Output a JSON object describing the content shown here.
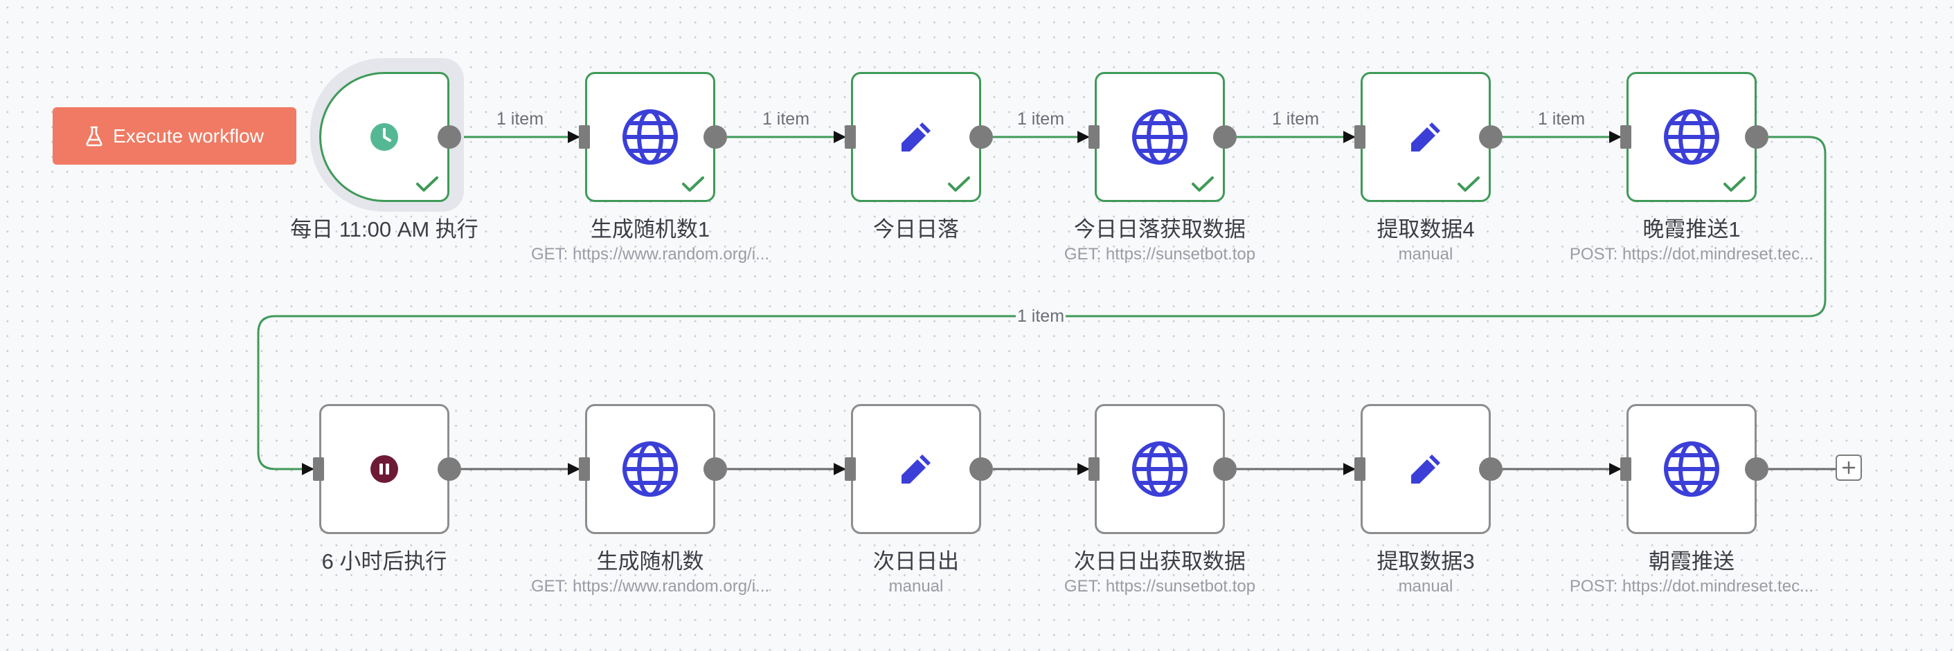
{
  "execute_button": {
    "label": "Execute workflow",
    "icon": "flask-icon",
    "color": "#f07a63"
  },
  "colors": {
    "success": "#3f9a58",
    "inactive": "#8d8d8d",
    "http_icon": "#3b3fd8",
    "trigger_icon": "#55b894",
    "wait_icon": "#6e1a37"
  },
  "nodes": [
    {
      "id": "n1",
      "title": "每日 11:00 AM 执行",
      "subtitle": "",
      "icon": "clock-icon",
      "kind": "trigger",
      "status": "success"
    },
    {
      "id": "n2",
      "title": "生成随机数1",
      "subtitle": "GET: https://www.random.org/i...",
      "icon": "globe-icon",
      "kind": "http",
      "status": "success"
    },
    {
      "id": "n3",
      "title": "今日日落",
      "subtitle": "",
      "icon": "pencil-icon",
      "kind": "set",
      "status": "success"
    },
    {
      "id": "n4",
      "title": "今日日落获取数据",
      "subtitle": "GET: https://sunsetbot.top",
      "icon": "globe-icon",
      "kind": "http",
      "status": "success"
    },
    {
      "id": "n5",
      "title": "提取数据4",
      "subtitle": "manual",
      "icon": "pencil-icon",
      "kind": "set",
      "status": "success"
    },
    {
      "id": "n6",
      "title": "晚霞推送1",
      "subtitle": "POST: https://dot.mindreset.tec...",
      "icon": "globe-icon",
      "kind": "http",
      "status": "success"
    },
    {
      "id": "n7",
      "title": "6 小时后执行",
      "subtitle": "",
      "icon": "pause-icon",
      "kind": "wait",
      "status": "idle"
    },
    {
      "id": "n8",
      "title": "生成随机数",
      "subtitle": "GET: https://www.random.org/i...",
      "icon": "globe-icon",
      "kind": "http",
      "status": "idle"
    },
    {
      "id": "n9",
      "title": "次日日出",
      "subtitle": "manual",
      "icon": "pencil-icon",
      "kind": "set",
      "status": "idle"
    },
    {
      "id": "n10",
      "title": "次日日出获取数据",
      "subtitle": "GET: https://sunsetbot.top",
      "icon": "globe-icon",
      "kind": "http",
      "status": "idle"
    },
    {
      "id": "n11",
      "title": "提取数据3",
      "subtitle": "manual",
      "icon": "pencil-icon",
      "kind": "set",
      "status": "idle"
    },
    {
      "id": "n12",
      "title": "朝霞推送",
      "subtitle": "POST: https://dot.mindreset.tec...",
      "icon": "globe-icon",
      "kind": "http",
      "status": "idle"
    }
  ],
  "connections": [
    {
      "from": "n1",
      "to": "n2",
      "label": "1 item",
      "status": "success"
    },
    {
      "from": "n2",
      "to": "n3",
      "label": "1 item",
      "status": "success"
    },
    {
      "from": "n3",
      "to": "n4",
      "label": "1 item",
      "status": "success"
    },
    {
      "from": "n4",
      "to": "n5",
      "label": "1 item",
      "status": "success"
    },
    {
      "from": "n5",
      "to": "n6",
      "label": "1 item",
      "status": "success"
    },
    {
      "from": "n6",
      "to": "n7",
      "label": "1 item",
      "status": "success"
    },
    {
      "from": "n7",
      "to": "n8",
      "label": "",
      "status": "idle"
    },
    {
      "from": "n8",
      "to": "n9",
      "label": "",
      "status": "idle"
    },
    {
      "from": "n9",
      "to": "n10",
      "label": "",
      "status": "idle"
    },
    {
      "from": "n10",
      "to": "n11",
      "label": "",
      "status": "idle"
    },
    {
      "from": "n11",
      "to": "n12",
      "label": "",
      "status": "idle"
    }
  ],
  "add_node_button": {
    "icon": "plus-icon"
  }
}
